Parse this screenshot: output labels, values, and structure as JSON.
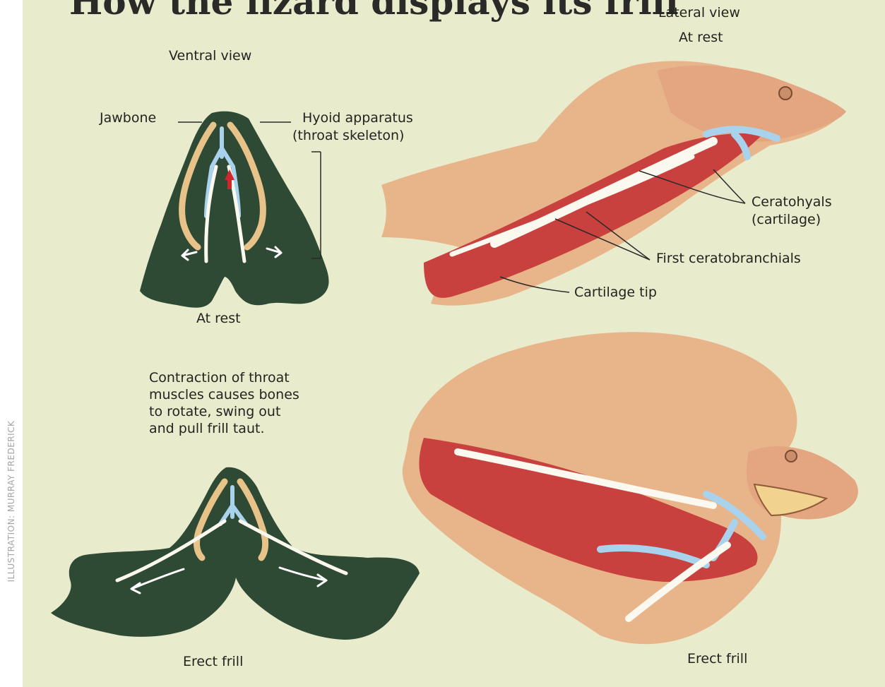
{
  "title": "How the lizard displays its frill",
  "credit": "ILLUSTRATION: MURRAY FREDERICK",
  "lateral_view": {
    "heading": "Lateral view",
    "state_top": "At rest",
    "state_bottom": "Erect frill"
  },
  "ventral_view": {
    "heading": "Ventral view",
    "state_top": "At rest",
    "state_bottom": "Erect frill"
  },
  "labels": {
    "jawbone": "Jawbone",
    "hyoid_line1": "Hyoid apparatus",
    "hyoid_line2": "(throat skeleton)",
    "ceratohyals_line1": "Ceratohyals",
    "ceratohyals_line2": "(cartilage)",
    "first_ceratobranchials": "First ceratobranchials",
    "cartilage_tip": "Cartilage tip"
  },
  "caption_lines": [
    "Contraction of throat",
    "muscles causes bones",
    "to rotate, swing out",
    "and pull frill taut."
  ],
  "colors": {
    "background": "#e9ebcd",
    "frill_green": "#2f4a34",
    "skin": "#e8b48a",
    "muscle": "#c8413f",
    "cartilage": "#a9d2ec",
    "bone": "#fbf8f0"
  }
}
